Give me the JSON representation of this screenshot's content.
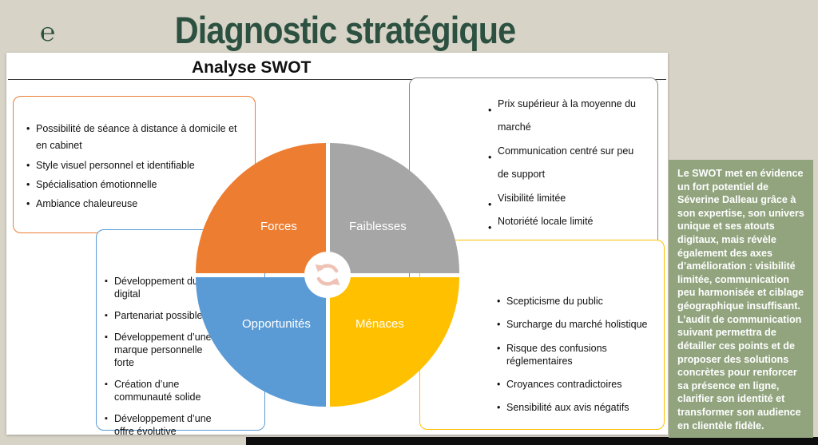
{
  "page": {
    "title": "Diagnostic stratégique",
    "logo_glyph": "℮",
    "title_color": "#2d5141",
    "background_color": "#d7d3c7"
  },
  "slide": {
    "heading": "Analyse SWOT",
    "center_icon": "cycle-arrows",
    "quadrants": {
      "forces": {
        "label": "Forces",
        "color": "#ED7D31",
        "items": [
          "Possibilité de séance à distance à domicile et en cabinet",
          "Style visuel personnel et identifiable",
          "Spécialisation émotionnelle",
          "Ambiance chaleureuse"
        ]
      },
      "faiblesses": {
        "label": "Faiblesses",
        "color": "#A6A6A6",
        "items": [
          "Prix supérieur à la moyenne du marché",
          "Communication centré sur peu de support",
          "Visibilité limitée",
          "Notoriété locale limité"
        ]
      },
      "opportunites": {
        "label": "Opportunités",
        "color": "#5B9BD5",
        "items": [
          "Développement du digital",
          "Partenariat possible",
          "Développement d’une marque personnelle forte",
          "Création d’une communauté solide",
          "Développement d’une offre évolutive"
        ]
      },
      "menaces": {
        "label": "Ménaces",
        "color": "#FFC000",
        "items": [
          "Scepticisme du public",
          "Surcharge du marché holistique",
          "Risque des confusions réglementaires",
          "Croyances contradictoires",
          "Sensibilité aux avis négatifs"
        ]
      }
    }
  },
  "sidebar": {
    "background": "#91a47e",
    "text": "Le SWOT met en évidence un fort potentiel de Séverine Dalleau grâce à son expertise, son univers unique et ses atouts digitaux, mais révèle également des axes d’amélioration : visibilité limitée, communication peu harmonisée et ciblage géographique insuffisant. L’audit de communication suivant permettra de détailler ces points et de proposer des solutions concrètes pour renforcer sa présence en ligne, clarifier son identité et transformer son audience en clientèle fidèle."
  }
}
